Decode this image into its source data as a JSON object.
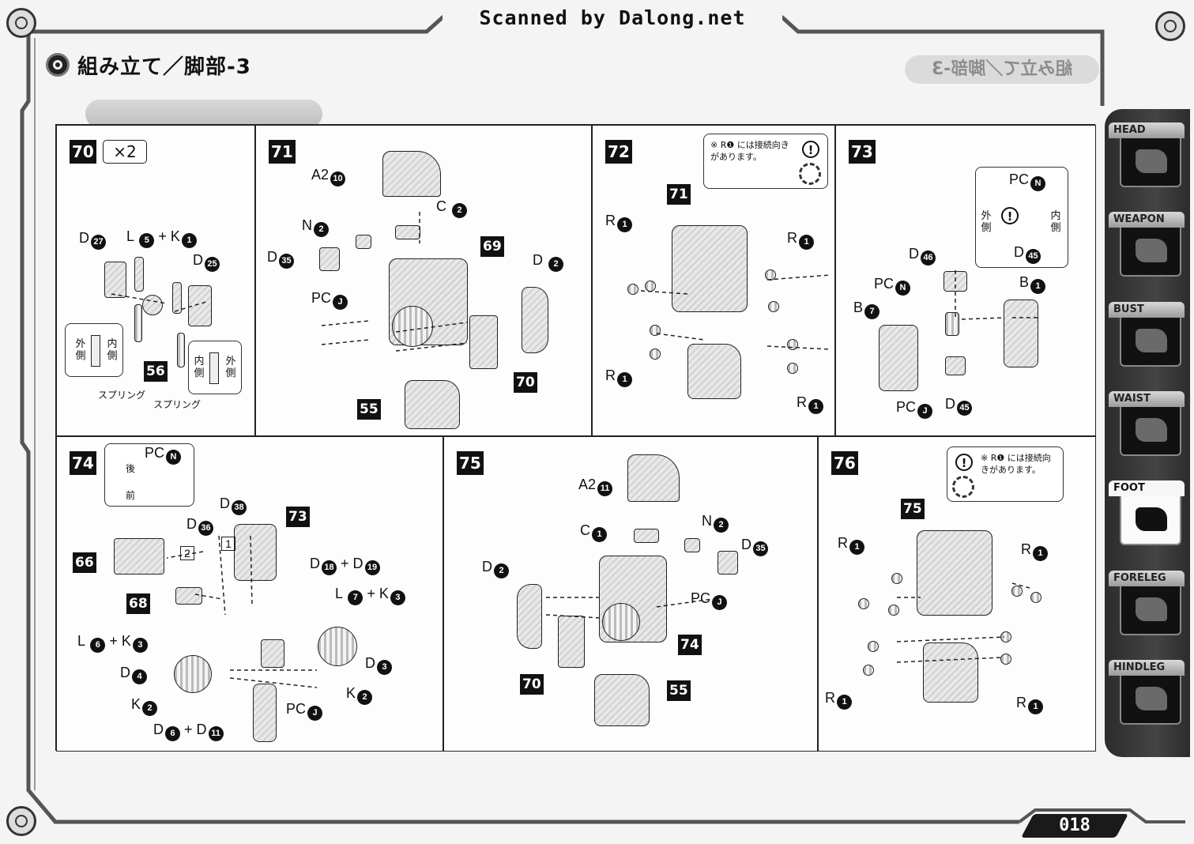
{
  "watermark": "Scanned by Dalong.net",
  "title": "組み立て／脚部-3",
  "page_number": "018",
  "steps": {
    "s70": {
      "number": "70",
      "multiplier": "×2",
      "labels": {
        "d27": "D",
        "d27n": "27",
        "lk": "L",
        "l5": "5",
        "plus": "+ K",
        "k1": "1",
        "d25": "D",
        "d25n": "25",
        "outer": "外側",
        "inner": "内側",
        "spring1": "スプリング",
        "spring2": "スプリング",
        "inner2": "内側",
        "outer2": "外側"
      },
      "tag56": "56"
    },
    "s71": {
      "number": "71",
      "a2": "A2",
      "a2n": "10",
      "c": "C",
      "cn": "2",
      "n": "N",
      "nn": "2",
      "d35": "D",
      "d35n": "35",
      "pc": "PC",
      "pcn": "J",
      "d2": "D",
      "d2n": "2",
      "tag69": "69",
      "tag70": "70",
      "tag55": "55"
    },
    "s72": {
      "number": "72",
      "note": "※ R❶ には接続向きがあります。",
      "tag71": "71",
      "r": "R",
      "rn": "1"
    },
    "s73": {
      "number": "73",
      "pc": "PC",
      "pcn": "N",
      "outer": "外側",
      "inner": "内側",
      "d46": "D",
      "d46n": "46",
      "d45": "D",
      "d45n": "45",
      "b1": "B",
      "b1n": "1",
      "b7": "B",
      "b7n": "7",
      "pcj": "PC",
      "pcjn": "J"
    },
    "s74": {
      "number": "74",
      "rear": "後",
      "front": "前",
      "pc": "PC",
      "pcn": "N",
      "d38": "D",
      "d38n": "38",
      "d36": "D",
      "d36n": "36",
      "tag73": "73",
      "tag66": "66",
      "tag68": "68",
      "box2": "2",
      "box1": "1",
      "d18": "D",
      "d18n": "18",
      "plus": "+ D",
      "d19n": "19",
      "l7": "L",
      "l7n": "7",
      "k3": "+ K",
      "k3n": "3",
      "l6": "L",
      "l6n": "6",
      "k3b": "+ K",
      "k3bn": "3",
      "d4": "D",
      "d4n": "4",
      "d3": "D",
      "d3n": "3",
      "k2": "K",
      "k2n": "2",
      "k2b": "K",
      "k2bn": "2",
      "pcj": "PC",
      "pcjn": "J",
      "d6": "D",
      "d6n": "6",
      "d11": "+ D",
      "d11n": "11"
    },
    "s75": {
      "number": "75",
      "a2": "A2",
      "a2n": "11",
      "c": "C",
      "cn": "1",
      "n": "N",
      "nn": "2",
      "d35": "D",
      "d35n": "35",
      "pc": "PC",
      "pcn": "J",
      "d2": "D",
      "d2n": "2",
      "tag70": "70",
      "tag74": "74",
      "tag55": "55"
    },
    "s76": {
      "number": "76",
      "note": "※ R❶ には接続向きがあります。",
      "tag75": "75",
      "r": "R",
      "rn": "1"
    }
  },
  "sidebar": {
    "items": [
      {
        "label": "HEAD",
        "active": false
      },
      {
        "label": "WEAPON",
        "active": false
      },
      {
        "label": "BUST",
        "active": false
      },
      {
        "label": "WAIST",
        "active": false
      },
      {
        "label": "FOOT",
        "active": true
      },
      {
        "label": "FORELEG",
        "active": false
      },
      {
        "label": "HINDLEG",
        "active": false
      }
    ]
  }
}
